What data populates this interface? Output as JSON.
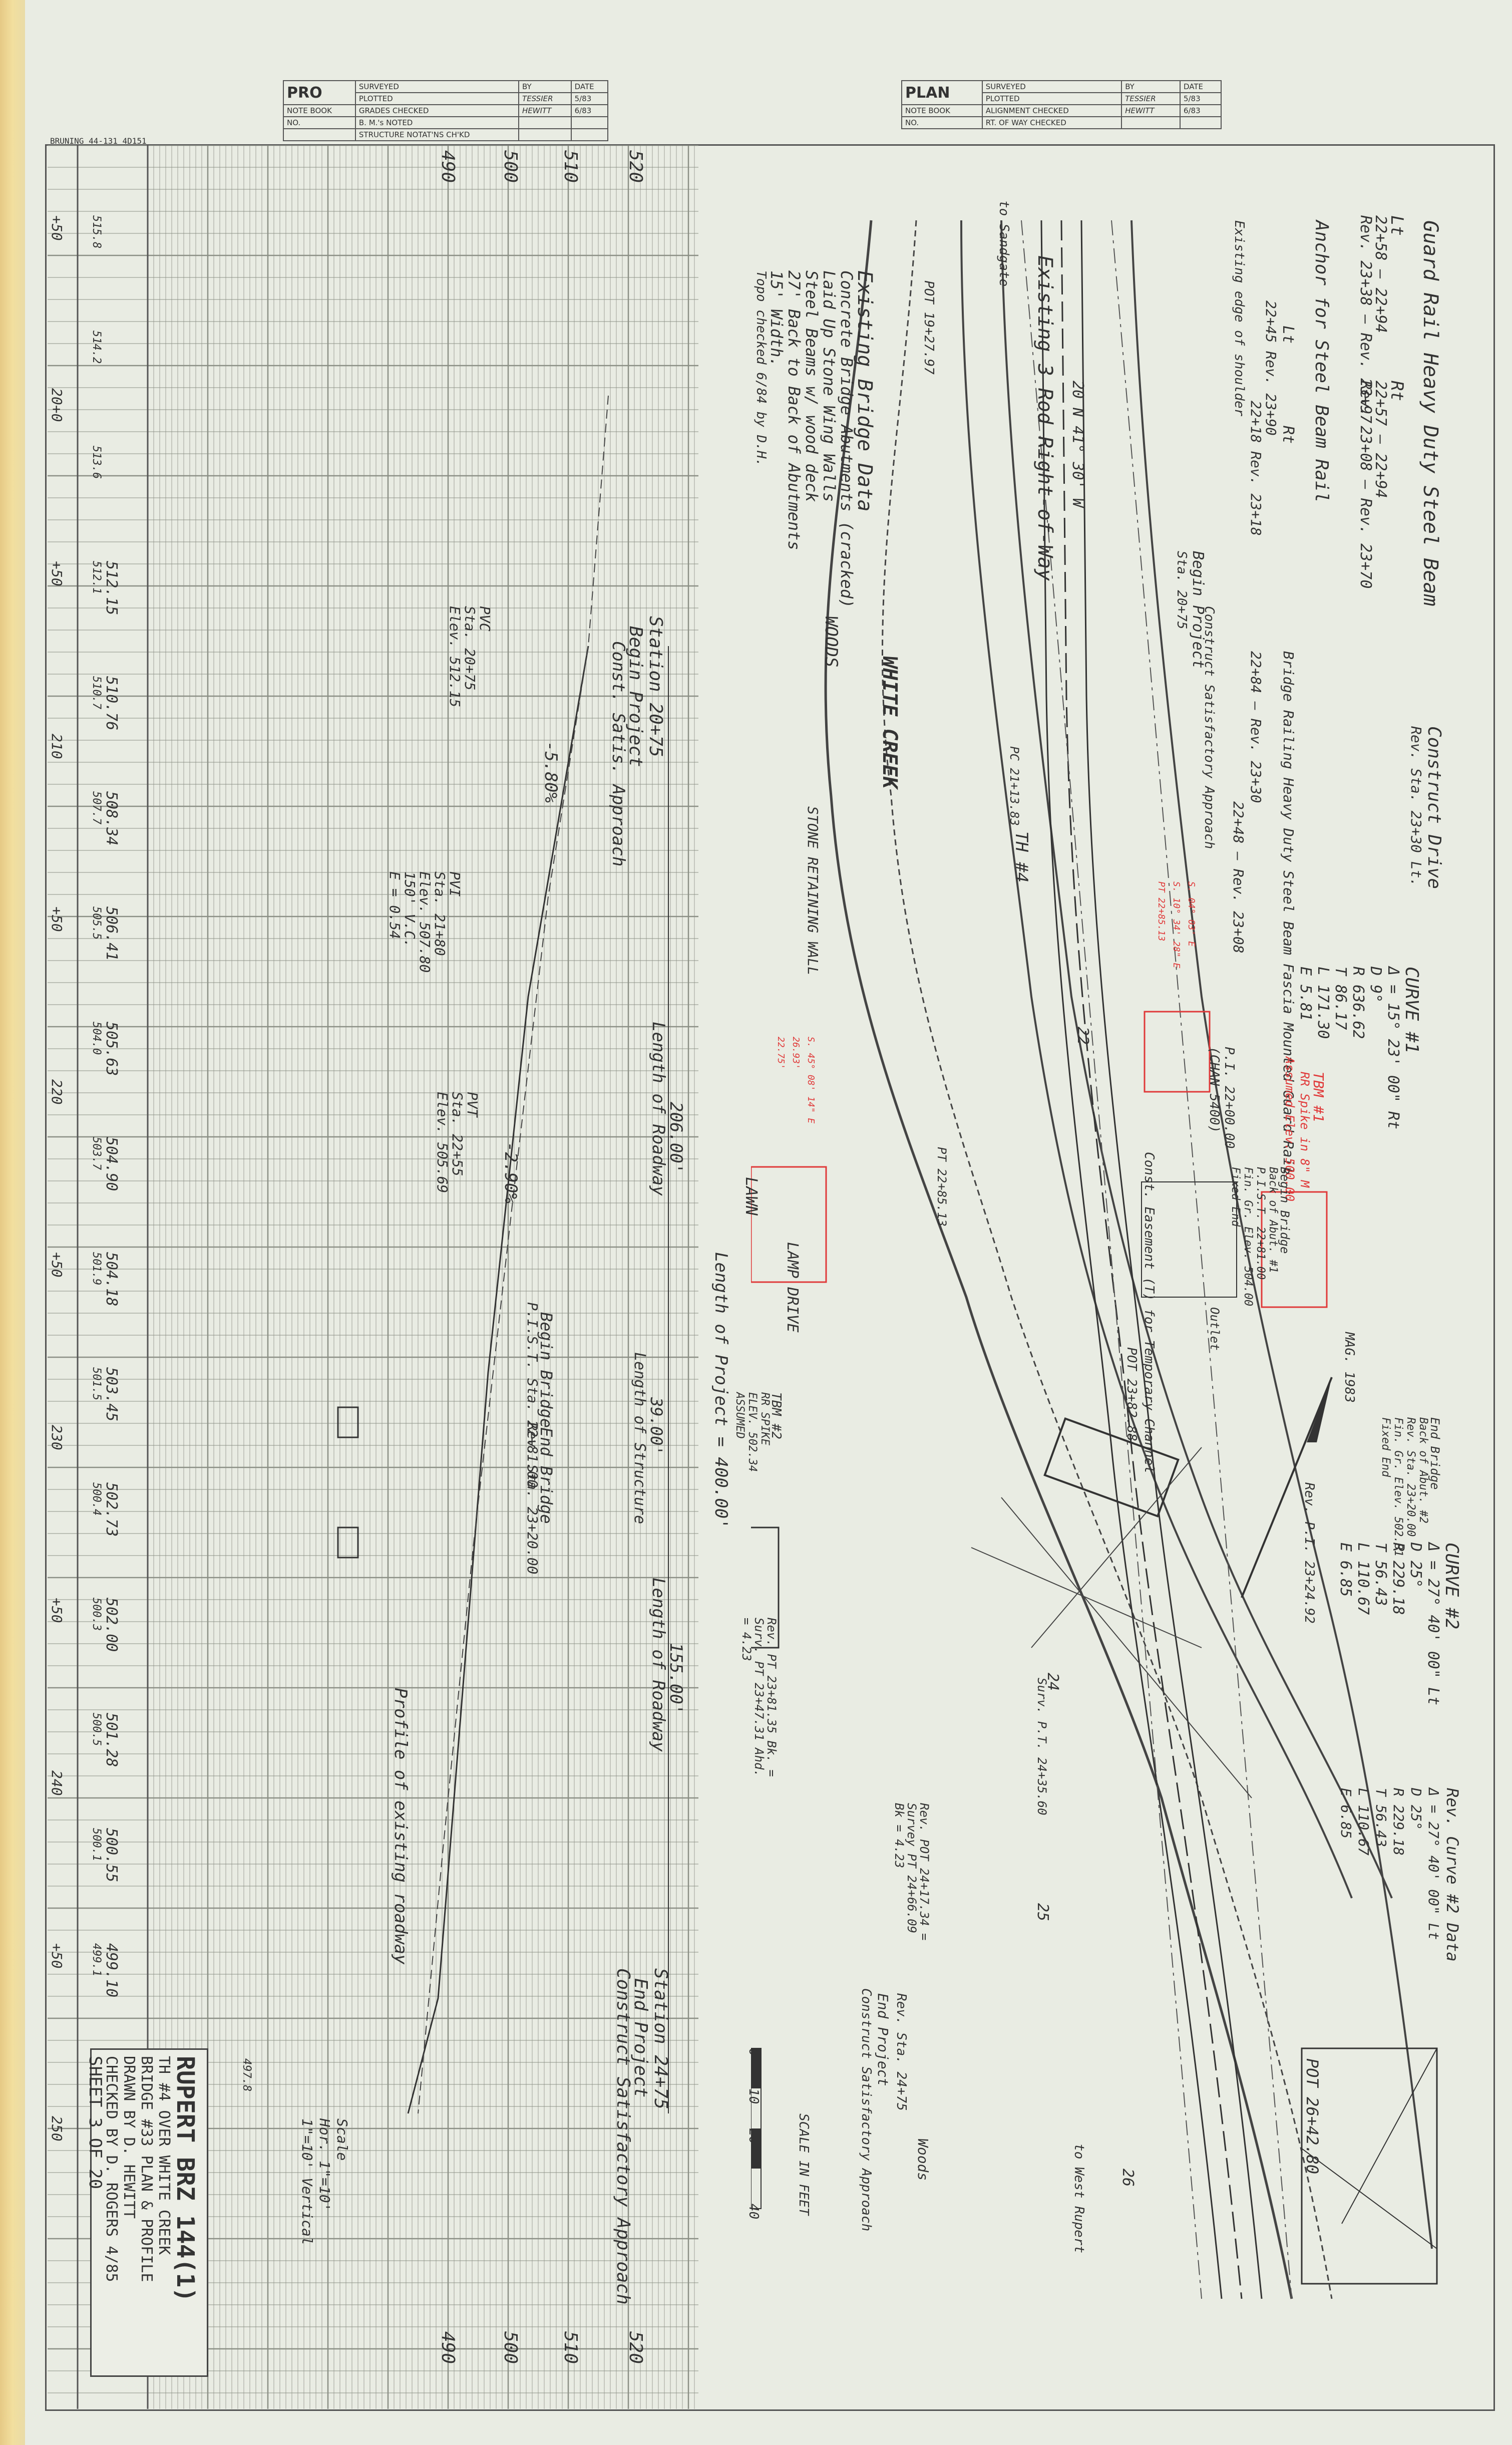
{
  "profile_header": {
    "code": "PRO",
    "col_by": "BY",
    "col_date": "DATE",
    "note_book": "NOTE BOOK",
    "no": "NO.",
    "rows": [
      {
        "label": "SURVEYED",
        "by": "TESSIER",
        "date": "5/83"
      },
      {
        "label": "PLOTTED",
        "by": "HEWITT",
        "date": "6/83"
      },
      {
        "label": "GRADES CHECKED",
        "by": "",
        "date": ""
      },
      {
        "label": "B. M.'s NOTED",
        "by": "",
        "date": ""
      },
      {
        "label": "STRUCTURE NOTAT'NS CH'KD",
        "by": "",
        "date": ""
      }
    ]
  },
  "plan_header": {
    "code": "PLAN",
    "col_by": "BY",
    "col_date": "DATE",
    "note_book": "NOTE BOOK",
    "no": "NO.",
    "rows": [
      {
        "label": "SURVEYED",
        "by": "TESSIER",
        "date": "5/83"
      },
      {
        "label": "PLOTTED",
        "by": "HEWITT",
        "date": "6/83"
      },
      {
        "label": "ALIGNMENT CHECKED",
        "by": "",
        "date": ""
      },
      {
        "label": "RT. OF WAY CHECKED",
        "by": "",
        "date": ""
      }
    ]
  },
  "paper_label": "BRUNING 44-131 4D151",
  "profile": {
    "elevation_labels_top": [
      "490",
      "500",
      "510",
      "520"
    ],
    "elevation_labels_bottom": [
      "490",
      "500",
      "510",
      "520"
    ],
    "stations": [
      "+50",
      "20+0",
      "+50",
      "210",
      "+50",
      "220",
      "+50",
      "230",
      "+50",
      "240",
      "+50",
      "250"
    ],
    "elevations": [
      {
        "top": "515.8",
        "bottom": ""
      },
      {
        "top": "514.2",
        "bottom": ""
      },
      {
        "top": "513.6",
        "bottom": ""
      },
      {
        "top": "512.1",
        "bottom": "512.15"
      },
      {
        "top": "510.7",
        "bottom": "510.76"
      },
      {
        "top": "507.7",
        "bottom": "508.34"
      },
      {
        "top": "505.5",
        "bottom": "506.41"
      },
      {
        "top": "504.0",
        "bottom": "505.63"
      },
      {
        "top": "503.7",
        "bottom": "504.90"
      },
      {
        "top": "501.9",
        "bottom": "504.18"
      },
      {
        "top": "501.5",
        "bottom": "503.45"
      },
      {
        "top": "500.4",
        "bottom": "502.73"
      },
      {
        "top": "500.3",
        "bottom": "502.00"
      },
      {
        "top": "500.5",
        "bottom": "501.28"
      },
      {
        "top": "500.1",
        "bottom": "500.55"
      },
      {
        "top": "499.1",
        "bottom": "499.10"
      }
    ],
    "station_begin": "Station 20+75",
    "begin_project": "Begin Project",
    "const_satis_approach": "Const. Satis. Approach",
    "grade_neg": "-5.80%",
    "grade_pos": "-2.90%",
    "pvc_a": "PVC",
    "pvc_a_sta": "Sta. 20+75",
    "pvc_a_elev": "Elev. 512.15",
    "pvi": "PVI",
    "pvi_sta": "Sta. 21+80",
    "pvi_elev": "Elev. 507.80",
    "pvi_vc": "150' V.C.",
    "pvi_e": "E = 0.54",
    "pvt": "PVT",
    "pvt_sta": "Sta. 22+55",
    "pvt_elev": "Elev. 505.69",
    "roadway_1": "206.00'",
    "length_of_roadway": "Length of Roadway",
    "begin_bridge": "Begin Bridge",
    "begin_bridge_sta": "P.I.S.T. Sta. 22+81.00",
    "structure_len": "39.00'",
    "length_of_structure": "Length of Structure",
    "end_bridge": "End Bridge",
    "end_bridge_sta": "Rev. Sta. 23+20.00",
    "roadway_2": "155.00'",
    "length_of_project": "Length of Project = 400.00'",
    "profile_existing": "Profile of existing roadway",
    "station_end": "Station 24+75",
    "end_project": "End Project",
    "construct_approach": "Construct Satisfactory Approach",
    "bottom_elev": "497.8",
    "scale_note": "Scale",
    "scale_h": "Hor. 1\"=10'",
    "scale_v": "1\"=10' Vertical"
  },
  "title_block": {
    "project": "RUPERT BRZ 144(1)",
    "line2": "TH #4 OVER WHITE CREEK",
    "line3": "BRIDGE #33 PLAN & PROFILE",
    "drawn": "DRAWN BY D. HEWITT",
    "checked": "CHECKED BY D. ROGERS  4/85",
    "sheet": "SHEET  3  OF  20"
  },
  "plan": {
    "guard_rail": "Guard Rail Heavy Duty Steel Beam",
    "lt": "Lt",
    "rt": "Rt",
    "gr_lt": "22+58 – 22+94",
    "gr_lt2": "Rev. 23+38 – Rev. 23+97",
    "gr_rt": "22+57 – 22+94",
    "gr_rt2": "Rev. 23+08 – Rev. 23+70",
    "anchor": "Anchor for Steel Beam Rail",
    "anchor_lt": "Lt",
    "anchor_rt": "Rt",
    "anchor_lt_vals": "22+45  Rev. 23+90",
    "anchor_rt_vals": "22+18  Rev. 23+18",
    "existing_edge": "Existing edge of shoulder",
    "bridge_rail": "Bridge Railing Heavy Duty Steel Beam Fascia Mounted Guard Rail",
    "br_lt": "22+84 – Rev. 23+30",
    "br_rt": "22+48 – Rev. 23+08",
    "construct_drive": "Construct Drive",
    "construct_drive_sta": "Rev. Sta. 23+30 Lt.",
    "row": "Existing 3 Rod Right-of-Way",
    "bearing": "20 N 41° 30' W",
    "to_sandgate": "to Sandgate",
    "to_west_rupert": "to West Rupert",
    "pot": "POT 19+27.97",
    "pot_end": "POT 26+42.80",
    "existing_data": "Existing Bridge Data",
    "ed1": "Concrete Bridge Abutments (cracked)",
    "ed2": "Laid Up Stone Wing Walls",
    "ed3": "Steel Beams w/ wood deck",
    "ed4": "27' Back to Back of Abutments",
    "ed5": "15' Width.",
    "ed6": "Topo checked 6/84 by D.H.",
    "woods": "WOODS",
    "woods2": "Woods",
    "creek": "WHITE CREEK",
    "stone_wall": "STONE RETAINING WALL",
    "lawn": "LAWN",
    "lamp_drive": "LAMP DRIVE",
    "th4": "TH #4",
    "curve1": "CURVE #1",
    "c1_delta": "Δ = 15° 23' 00\" Rt",
    "c1_d": "D  9°",
    "c1_r": "R  636.62",
    "c1_t": "T  86.17",
    "c1_l": "L  171.30",
    "c1_e": "E  5.81",
    "pi1": "P.I. 22+00.00",
    "pi1_b": "(CHAN 5400)",
    "tbm1": "TBM #1",
    "tbm1_a": "RR Spike in 8\" M",
    "tbm1_b": "Assumed Elev. 500.00",
    "begin_bridge": "Begin Bridge",
    "bb_sta": "Back of Abut. #1",
    "bb_sta2": "P.I.S.T. 22+81.00",
    "bb_elev": "Fin. Gr. Elev. 504.00",
    "fixed_end": "Fixed End",
    "end_bridge": "End Bridge",
    "eb_sta": "Back of Abut. #2",
    "eb_sta2": "Rev. Sta. 23+20.00",
    "eb_elev": "Fin. Gr. Elev. 502.81",
    "fixed_end2": "Fixed End",
    "mag": "MAG. 1983",
    "curve2": "CURVE #2",
    "c2_delta": "Δ = 27° 40' 00\" Lt",
    "c2_d": "D  25°",
    "c2_r": "R  229.18",
    "c2_t": "T  56.43",
    "c2_l": "L  110.67",
    "c2_e": "E  6.85",
    "rev_pi": "Rev. P.I. 23+24.92",
    "rev_curve2": "Rev. Curve #2 Data",
    "rc2_delta": "Δ = 27° 40' 00\" Lt",
    "rc2_d": "D  25°",
    "rc2_r": "R  229.18",
    "rc2_t": "T  56.43",
    "rc2_l": "L  110.67",
    "rc2_e": "E  6.85",
    "const_easement": "Const. Easement (T) for Temporary Channel",
    "outlet": "Outlet",
    "pot_sta": "POT 23+82.88",
    "tbm2": "TBM #2",
    "tbm2_a": "RR SPIKE",
    "tbm2_b": "ELEV. 502.34",
    "tbm2_c": "ASSUMED",
    "begin_proj_plan": "Begin Project",
    "bp_sta": "Sta. 20+75",
    "end_proj_plan": "End Project",
    "ep_sta": "Rev. Sta. 24+75",
    "construct_satis": "Construct Satisfactory Approach",
    "construct_satis2": "Construct Satisfactory Approach",
    "rev_pot": "Rev. POT 24+17.34 =",
    "rev_pot2": "Survey PT 24+66.09",
    "rev_pot3": "Bk = 4.23",
    "rev_pt": "Rev. PT 23+81.35 Bk. =",
    "rev_pt2": "Surv. PT 23+47.31 Ahd.",
    "rev_pt3": "= 4.23",
    "surv_pt": "Surv. P.T. 24+35.60",
    "scale_label": "SCALE IN FEET",
    "scale_ticks": [
      "0",
      "10",
      "20",
      "40"
    ],
    "pc": "PC 21+13.83",
    "pt": "PT 22+85.13",
    "station_22": "22",
    "station_24": "24",
    "station_25": "25",
    "station_26": "26",
    "red_note_1": "S. 04° 03' E",
    "red_note_2": "S. 10° 34' 28\" E",
    "red_note_3": "S. 45° 08' 14\" E",
    "red_note_4": "26.93'",
    "red_note_5": "22.75'",
    "red_note_6": "PT 22+85.13"
  },
  "colors": {
    "paper": "#e9ece3",
    "ink": "#2c2c2c",
    "grid": "#8b8f85",
    "red_ink": "#e03a3a",
    "tape": "#e6c985"
  }
}
